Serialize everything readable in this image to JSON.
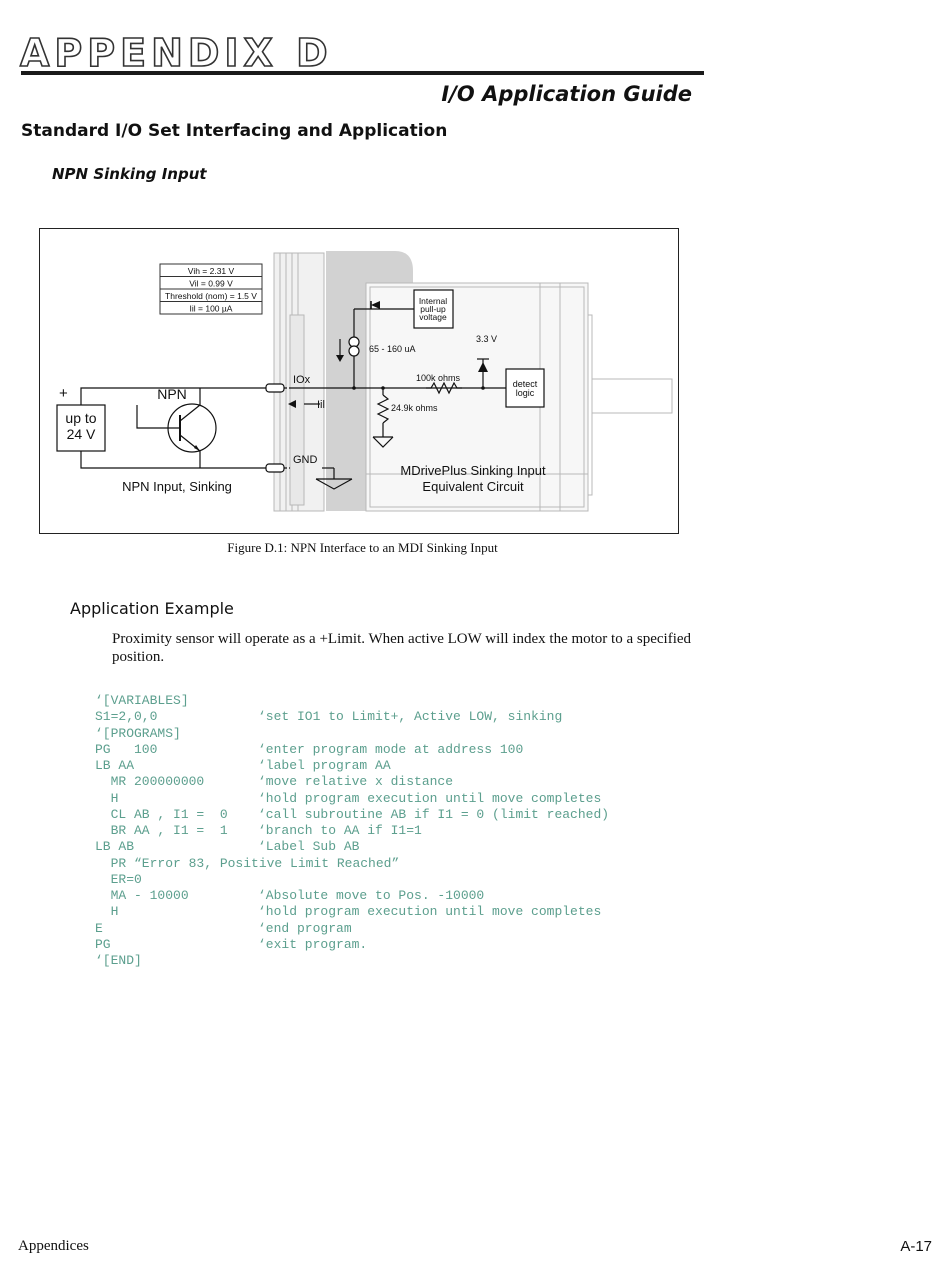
{
  "header": {
    "appendix": "APPENDIX D",
    "guide_title": "I/O Application Guide"
  },
  "section_title": "Standard I/O Set Interfacing and Application",
  "subsection_title": "NPN Sinking Input",
  "figure": {
    "spec_table": [
      "Vih = 2.31 V",
      "Vil  = 0.99 V",
      "Threshold (nom) = 1.5 V",
      "Iil    =   100 µA"
    ],
    "plus_label": "+",
    "supply_label_1": "up to",
    "supply_label_2": "24 V",
    "npn_label": "NPN",
    "npn_caption": "NPN Input, Sinking",
    "iox_label": "IOx",
    "iil_label": "Iil",
    "gnd_label": "GND",
    "current_label": "65 - 160 uA",
    "pullup_label": [
      "Internal",
      "pull-up",
      "voltage"
    ],
    "v33_label": "3.3 V",
    "r100k_label": "100k ohms",
    "r249k_label": "24.9k ohms",
    "detect_label": [
      "detect",
      "logic"
    ],
    "equiv_label_1": "MDrivePlus Sinking Input",
    "equiv_label_2": "Equivalent Circuit",
    "caption": "Figure D.1: NPN Interface to an MDI Sinking Input"
  },
  "application": {
    "heading": "Application Example",
    "description": "Proximity sensor will operate as a +Limit. When active LOW will index the motor to a specified position."
  },
  "code": [
    {
      "cmd": "‘[VARIABLES]",
      "comment": ""
    },
    {
      "cmd": "S1=2,0,0",
      "comment": "‘set IO1 to Limit+, Active LOW, sinking"
    },
    {
      "cmd": "‘[PROGRAMS]",
      "comment": ""
    },
    {
      "cmd": "PG   100",
      "comment": "‘enter program mode at address 100"
    },
    {
      "cmd": "LB AA",
      "comment": "‘label program AA"
    },
    {
      "cmd": "  MR 200000000",
      "comment": "‘move relative x distance"
    },
    {
      "cmd": "  H",
      "comment": "‘hold program execution until move completes"
    },
    {
      "cmd": "  CL AB , I1 =  0",
      "comment": "‘call subroutine AB if I1 = 0 (limit reached)"
    },
    {
      "cmd": "  BR AA , I1 =  1",
      "comment": "‘branch to AA if I1=1"
    },
    {
      "cmd": "LB AB",
      "comment": "‘Label Sub AB"
    },
    {
      "cmd": "  PR “Error 83, Positive Limit Reached”",
      "comment": ""
    },
    {
      "cmd": "  ER=0",
      "comment": ""
    },
    {
      "cmd": "  MA - 10000",
      "comment": "‘Absolute move to Pos. -10000"
    },
    {
      "cmd": "  H",
      "comment": "‘hold program execution until move completes"
    },
    {
      "cmd": "E",
      "comment": "‘end program"
    },
    {
      "cmd": "PG",
      "comment": "‘exit program."
    },
    {
      "cmd": "‘[END]",
      "comment": ""
    }
  ],
  "footer": {
    "left": "Appendices",
    "right": "A-17"
  }
}
